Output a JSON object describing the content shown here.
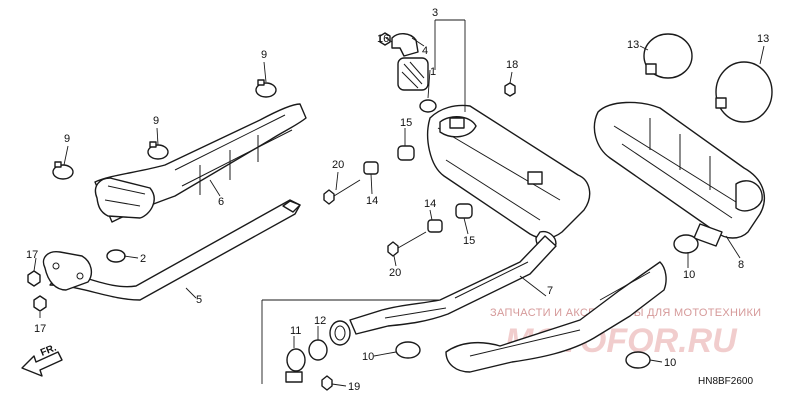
{
  "diagram": {
    "callouts": [
      "1",
      "2",
      "3",
      "4",
      "5",
      "6",
      "7",
      "8",
      "9",
      "10",
      "11",
      "12",
      "13",
      "14",
      "15",
      "16",
      "17",
      "18",
      "19",
      "20"
    ],
    "part_code": "HN8BF2600",
    "front_marker": "FR.",
    "watermark": {
      "line1": "ЗАПЧАСТИ И АКСЕССУАРЫ ДЛЯ МОТОТЕХНИКИ",
      "line2": "MOTOFOR.RU"
    }
  }
}
